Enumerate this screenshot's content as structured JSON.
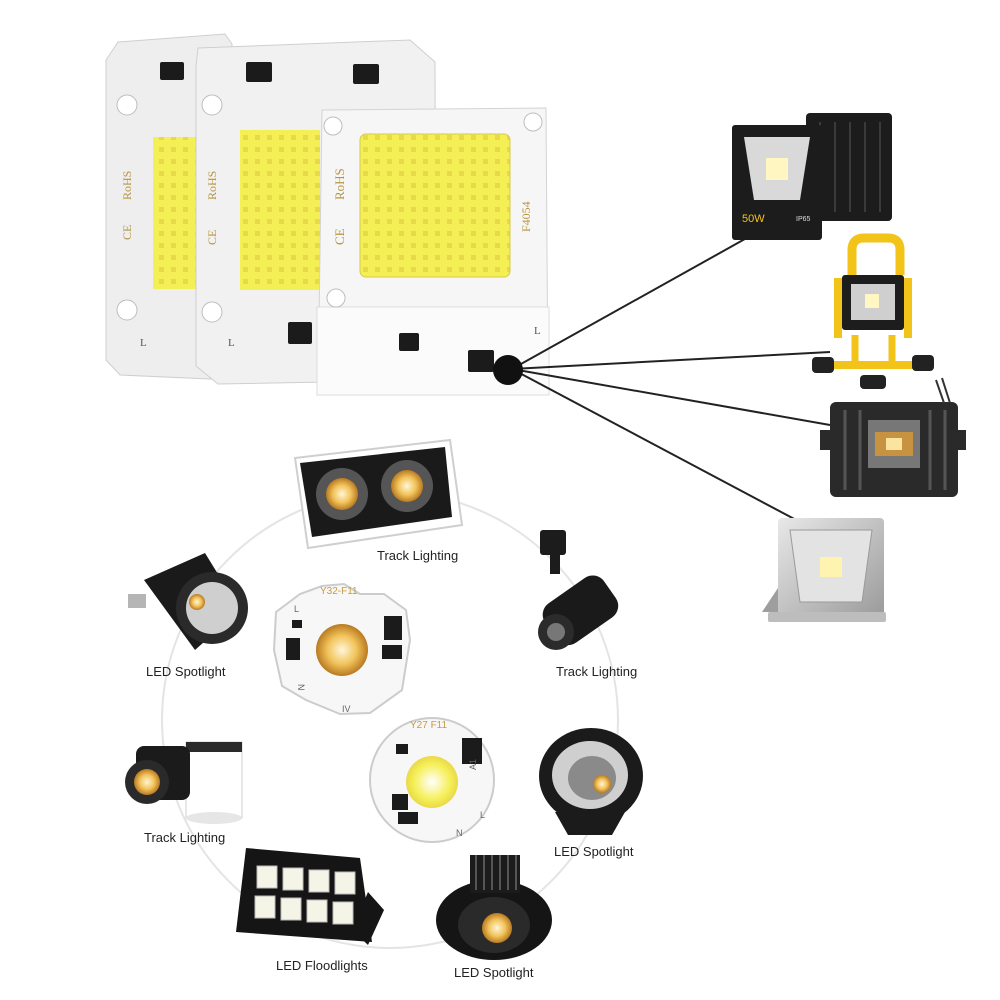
{
  "chips": {
    "left_rohs": "RoHS",
    "left_ce": "CE",
    "left_l": "L",
    "mid_rohs": "RoHS",
    "mid_ce": "CE",
    "mid_l": "L",
    "front_rohs": "RoHS",
    "front_ce": "CE",
    "front_model": "F4054",
    "front_l": "L",
    "round1_model": "Y32-F11",
    "round1_l": "L",
    "round1_n": "N",
    "round1_iv": "IV",
    "round2_model": "Y27 F11",
    "round2_a1": "A1",
    "round2_l": "L",
    "round2_n": "N"
  },
  "floodlight": {
    "wattage": "50W",
    "rating": "IP65"
  },
  "labels": {
    "track_top": "Track Lighting",
    "track_right": "Track Lighting",
    "spot_left": "LED Spotlight",
    "spot_right": "LED Spotlight",
    "track_left": "Track Lighting",
    "floodlights": "LED Floodlights",
    "spot_bottom": "LED Spotlight"
  },
  "colors": {
    "led_yellow": "#f5ef56",
    "led_warm": "#f2c45c",
    "board_white": "#f3f3f3",
    "housing_black": "#1d1d1d",
    "stand_yellow": "#f2c318"
  }
}
